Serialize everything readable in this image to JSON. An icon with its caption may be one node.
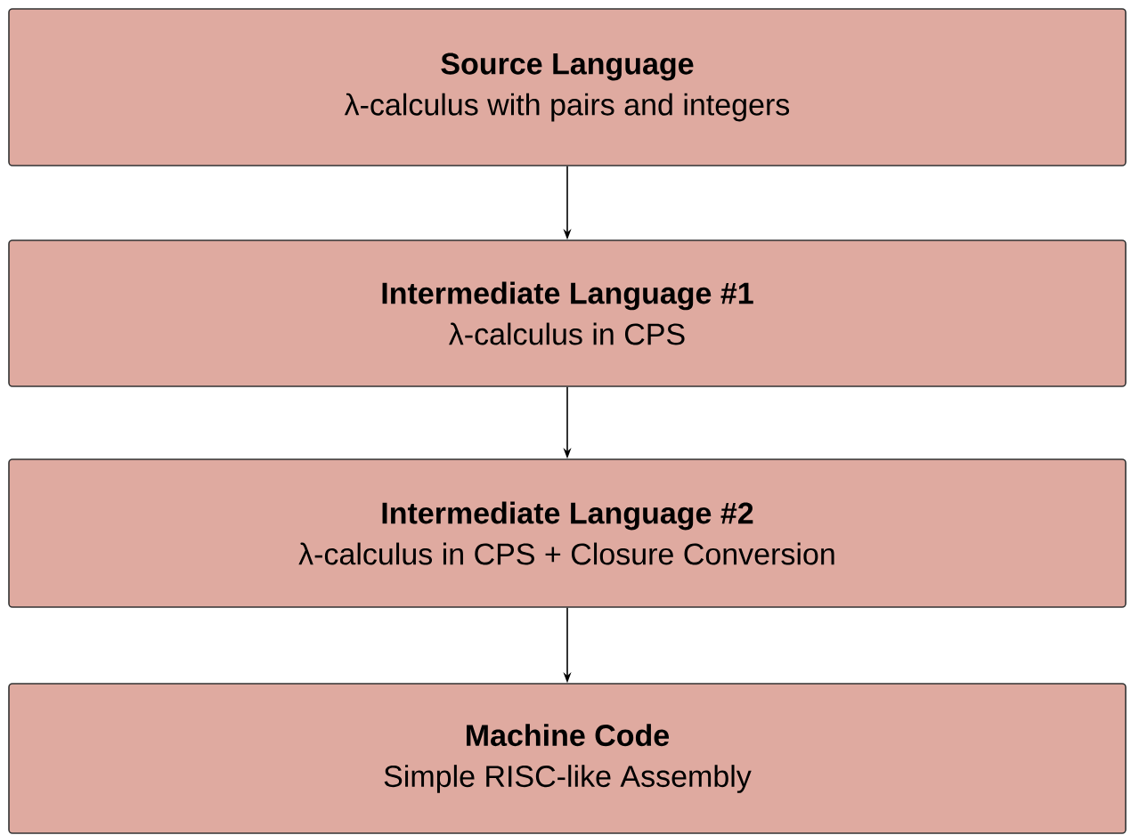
{
  "diagram": {
    "nodes": [
      {
        "text": [
          "Source Language",
          "λ-calculus with pairs and integers"
        ]
      },
      {
        "text": [
          "Intermediate Language #1",
          "λ-calculus in CPS"
        ]
      },
      {
        "text": [
          "Intermediate Language #2",
          "λ-calculus in CPS + Closure Conversion"
        ]
      },
      {
        "text": [
          "Machine Code",
          "Simple RISC-like Assembly"
        ]
      }
    ],
    "edges": [
      {
        "from": 0,
        "to": 1,
        "arrow": "to"
      },
      {
        "from": 1,
        "to": 2,
        "arrow": "to"
      },
      {
        "from": 2,
        "to": 3,
        "arrow": "to"
      }
    ]
  }
}
